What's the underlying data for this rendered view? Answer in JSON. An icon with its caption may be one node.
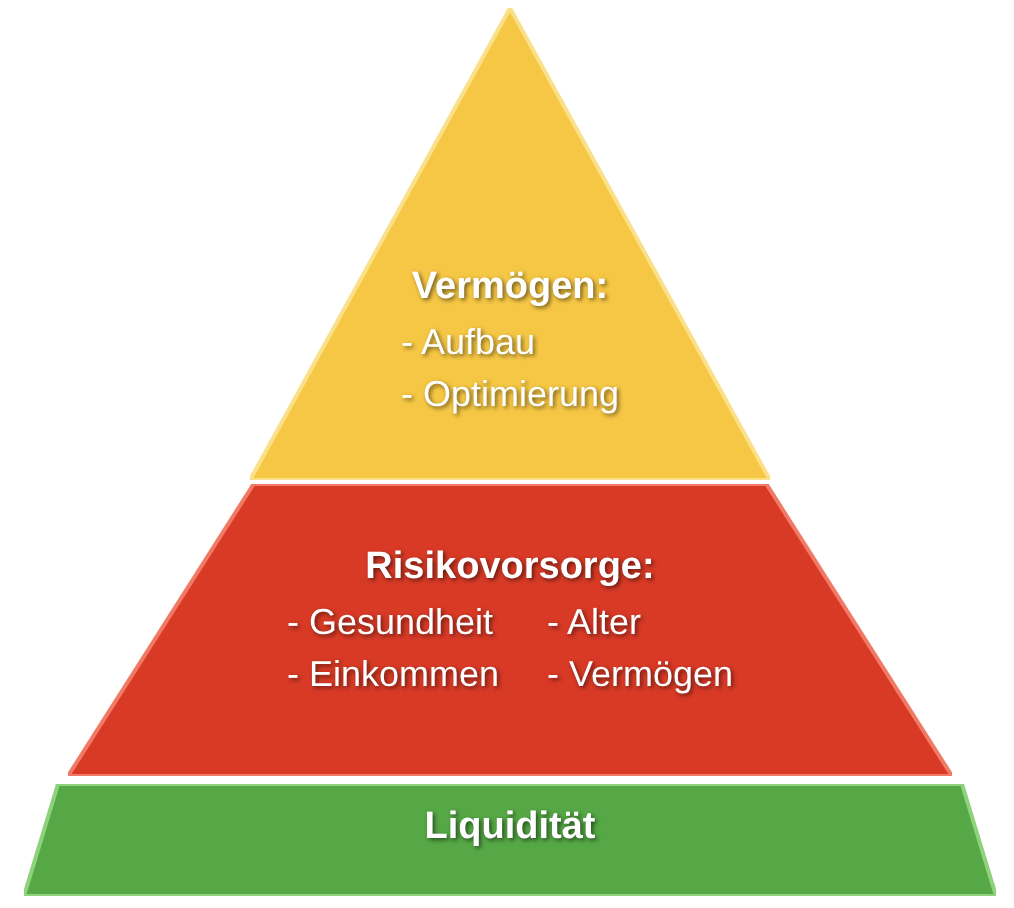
{
  "diagram": {
    "nodes": [
      {
        "text": [
          "Vermögen:",
          "- Aufbau",
          "- Optimierung"
        ]
      },
      {
        "text": [
          "Risikovorsorge:",
          "- Gesundheit",
          "- Alter",
          "- Einkommen",
          "- Vermögen"
        ]
      },
      {
        "text": [
          "Liquidität"
        ]
      }
    ]
  }
}
